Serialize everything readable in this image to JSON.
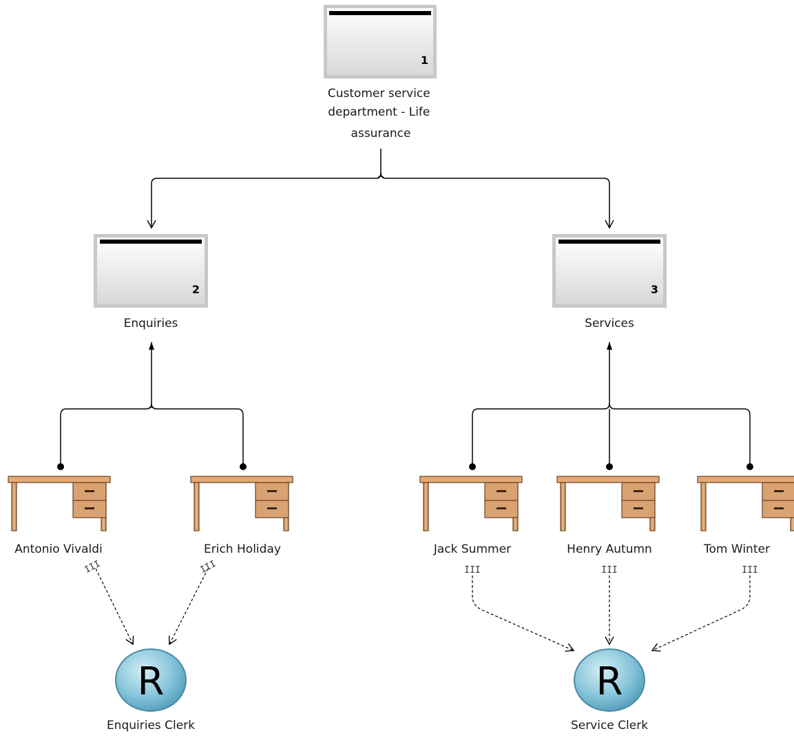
{
  "org_units": [
    {
      "id": "ou1",
      "number": "1",
      "label_lines": [
        "Customer service",
        "department - Life",
        "assurance"
      ]
    },
    {
      "id": "ou2",
      "number": "2",
      "label_lines": [
        "Enquiries"
      ]
    },
    {
      "id": "ou3",
      "number": "3",
      "label_lines": [
        "Services"
      ]
    }
  ],
  "persons": [
    {
      "id": "p1",
      "name": "Antonio Vivaldi",
      "multiplicity": "III"
    },
    {
      "id": "p2",
      "name": "Erich Holiday",
      "multiplicity": "III"
    },
    {
      "id": "p3",
      "name": "Jack Summer",
      "multiplicity": "III"
    },
    {
      "id": "p4",
      "name": "Henry Autumn",
      "multiplicity": "III"
    },
    {
      "id": "p5",
      "name": "Tom Winter",
      "multiplicity": "III"
    }
  ],
  "roles": [
    {
      "id": "r1",
      "letter": "R",
      "name": "Enquiries Clerk"
    },
    {
      "id": "r2",
      "letter": "R",
      "name": "Service Clerk"
    }
  ],
  "colors": {
    "unit_fill_top": "#ffffff",
    "unit_fill_bottom": "#d8d8d8",
    "unit_border": "#c8c8c8",
    "unit_bar": "#000000",
    "desk_wood": "#d9a271",
    "desk_wood_dark": "#b87a48",
    "desk_outline": "#6b4020",
    "role_fill": "#8cc8dc",
    "role_fill_light": "#c9e8f2",
    "role_border": "#4a8aa6",
    "line": "#000000"
  }
}
